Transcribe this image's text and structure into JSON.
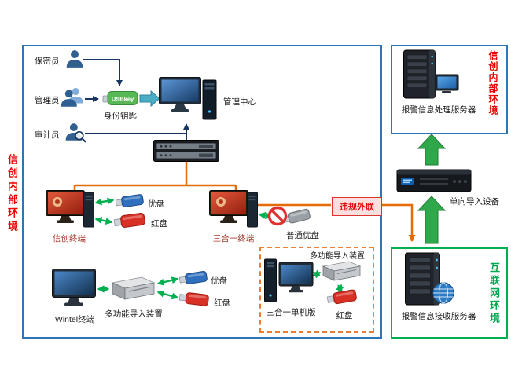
{
  "zones": {
    "internal_left": {
      "label": "信创内部环境"
    },
    "internal_top_right": {
      "label": "信创内部环境"
    },
    "internet_bottom_right": {
      "label": "互联网环境"
    }
  },
  "roles": {
    "secrecy_officer": "保密员",
    "administrator": "管理员",
    "auditor": "审计员"
  },
  "identity": {
    "usbkey_text": "USBkey",
    "identity_key_label": "身份钥匙"
  },
  "nodes": {
    "management_center": "管理中心",
    "xinchuang_terminal": "信创终端",
    "three_in_one_terminal": "三合一终端",
    "wintel_terminal": "Wintel终端",
    "three_in_one_standalone": "三合一单机版",
    "multi_import_device": "多功能导入装置",
    "one_way_import_device": "单向导入设备",
    "alarm_processing_server": "报警信息处理服务器",
    "alarm_receiving_server": "报警信息接收服务器"
  },
  "media": {
    "u_disk": "优盘",
    "red_disk": "红盘",
    "normal_u_disk": "普通优盘"
  },
  "alerts": {
    "violation_label": "违规外联"
  },
  "colors": {
    "zone_blue": "#2E75B6",
    "zone_green": "#00B050",
    "line_orange": "#E36C09",
    "arrow_navy": "#17375E",
    "arrow_green": "#00B050",
    "violation_red": "#E03131",
    "env_text_red": "#E60000",
    "env_text_green": "#00A650"
  }
}
